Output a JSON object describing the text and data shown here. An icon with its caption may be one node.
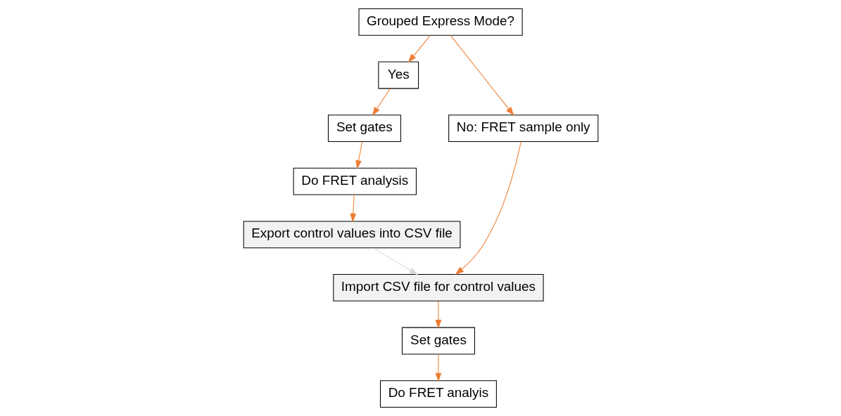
{
  "diagram": {
    "nodes": [
      {
        "text": [
          "Grouped Express Mode?"
        ]
      },
      {
        "text": [
          "Yes"
        ]
      },
      {
        "text": [
          "No: FRET sample only"
        ]
      },
      {
        "text": [
          "Set gates"
        ]
      },
      {
        "text": [
          "Do FRET analysis"
        ]
      },
      {
        "text": [
          "Export control values into CSV file"
        ]
      },
      {
        "text": [
          "Import CSV file for control values"
        ]
      },
      {
        "text": [
          "Set gates"
        ]
      },
      {
        "text": [
          "Do FRET analyis"
        ]
      }
    ],
    "edges": [
      {
        "from": 0,
        "to": 1,
        "arrow": "to"
      },
      {
        "from": 0,
        "to": 2,
        "arrow": "to"
      },
      {
        "from": 1,
        "to": 3,
        "arrow": "to"
      },
      {
        "from": 3,
        "to": 4,
        "arrow": "to"
      },
      {
        "from": 4,
        "to": 5,
        "arrow": "to"
      },
      {
        "from": 5,
        "to": 6,
        "arrow": "to",
        "color": "#d9d9d9"
      },
      {
        "from": 2,
        "to": 6,
        "arrow": "to"
      },
      {
        "from": 6,
        "to": 7,
        "arrow": "to"
      },
      {
        "from": 7,
        "to": 8,
        "arrow": "to"
      }
    ]
  }
}
